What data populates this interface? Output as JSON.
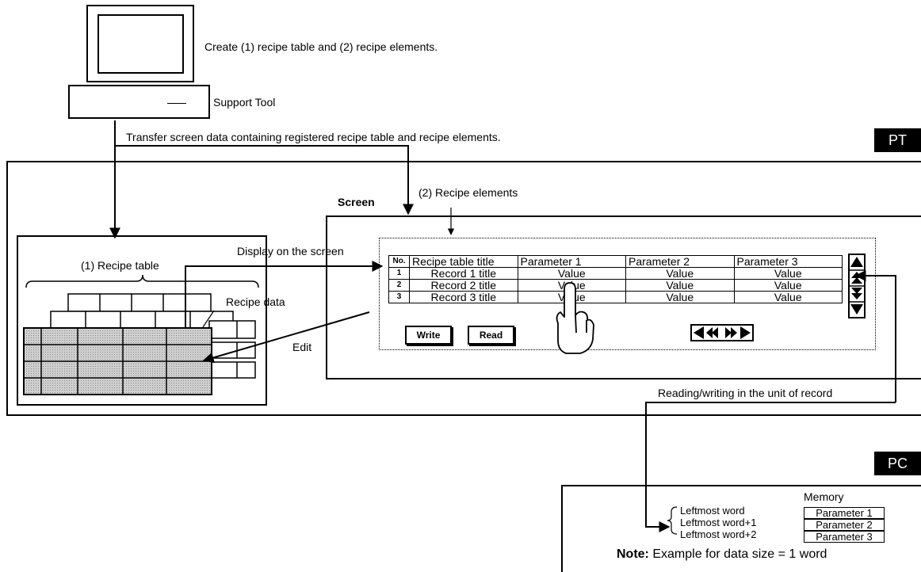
{
  "top": {
    "create_note": "Create (1) recipe table and (2) recipe elements.",
    "support_tool": "Support Tool",
    "transfer_note": "Transfer screen data containing registered recipe table and recipe elements."
  },
  "pt": {
    "tag": "PT",
    "screen_label": "Screen",
    "recipe_elements_label": "(2) Recipe elements",
    "recipe_table_label": "(1) Recipe table",
    "display_label": "Display on the screen",
    "recipe_data_label": "Recipe data",
    "edit_label": "Edit",
    "rw_note": "Reading/writing in the unit of record",
    "table": {
      "headers": [
        "No.",
        "Recipe table title",
        "Parameter 1",
        "Parameter 2",
        "Parameter 3"
      ],
      "rows": [
        [
          "1",
          "Record 1 title",
          "Value",
          "Value",
          "Value"
        ],
        [
          "2",
          "Record 2 title",
          "Value",
          "Value",
          "Value"
        ],
        [
          "3",
          "Record 3 title",
          "Value",
          "Value",
          "Value"
        ]
      ]
    },
    "write_button": "Write",
    "read_button": "Read"
  },
  "pc": {
    "tag": "PC",
    "memory_label": "Memory",
    "words": [
      "Leftmost word",
      "Leftmost word+1",
      "Leftmost word+2"
    ],
    "params": [
      "Parameter 1",
      "Parameter 2",
      "Parameter 3"
    ],
    "note_bold": "Note:",
    "note_text": " Example for data size = 1 word"
  }
}
